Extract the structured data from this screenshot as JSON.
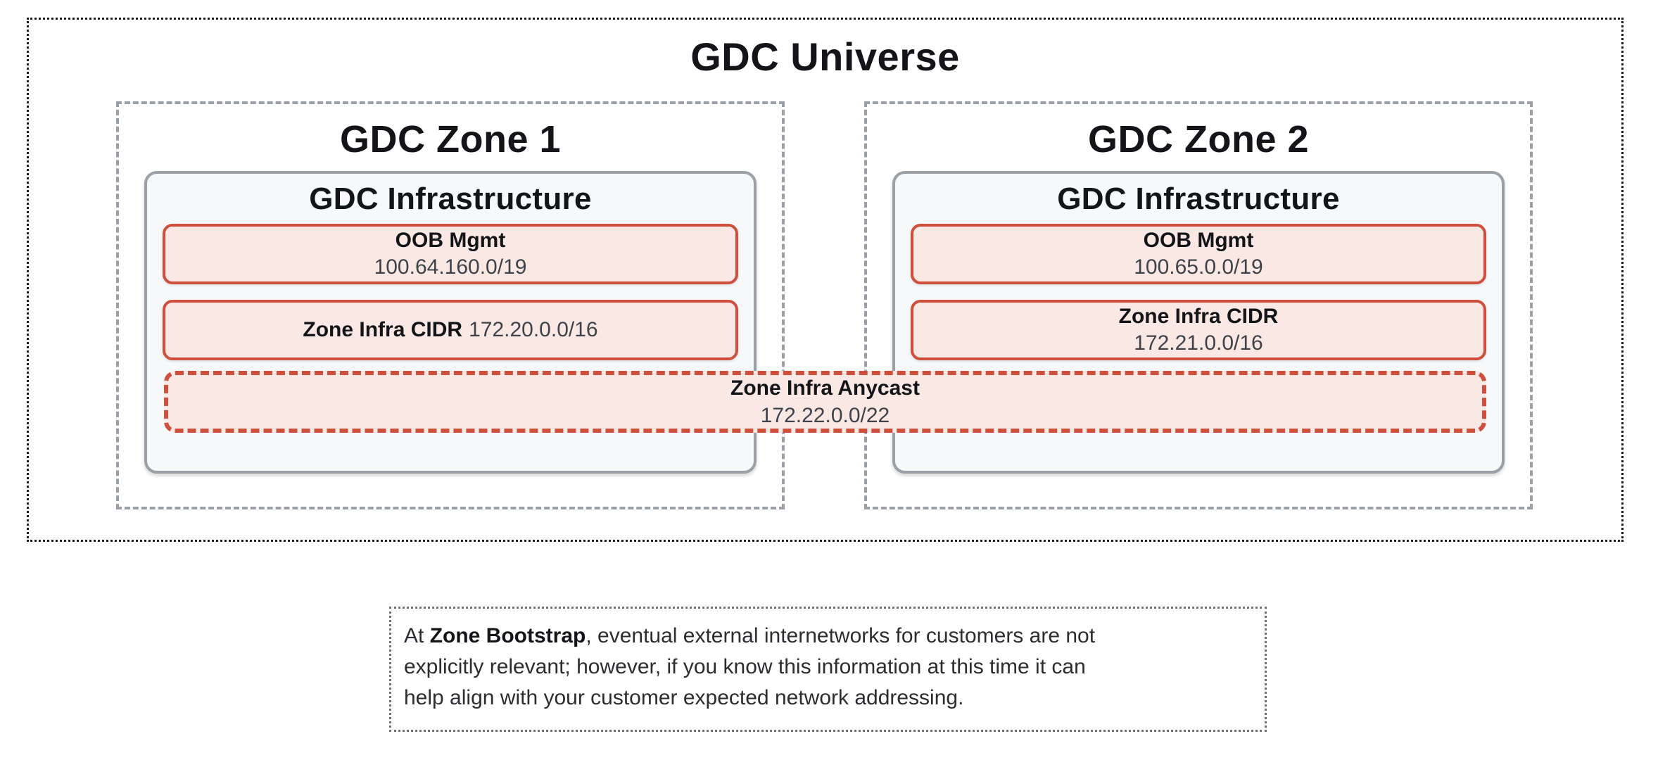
{
  "colors": {
    "accent_red": "#ce4f3b",
    "accent_red_fill": "#f9e8e4",
    "gray_border": "#9aa0a6",
    "infra_fill": "#f7f8fa",
    "universe_border": "#1c1c1c",
    "note_border": "#6e7377",
    "heading_color": "#141518",
    "value_color": "#3f4349",
    "note_text": "#2b2d30",
    "text_color": "#1f1f1f"
  },
  "universe": {
    "title": "GDC Universe"
  },
  "zones": [
    {
      "title": "GDC Zone 1",
      "infra_title": "GDC Infrastructure",
      "oob": {
        "label": "OOB Mgmt",
        "cidr": "100.64.160.0/19"
      },
      "zone_cidr": {
        "label": "Zone Infra CIDR",
        "cidr": "172.20.0.0/16"
      }
    },
    {
      "title": "GDC Zone 2",
      "infra_title": "GDC Infrastructure",
      "oob": {
        "label": "OOB Mgmt",
        "cidr": "100.65.0.0/19"
      },
      "zone_cidr": {
        "label": "Zone Infra CIDR",
        "cidr": "172.21.0.0/16"
      }
    }
  ],
  "anycast": {
    "label": "Zone Infra Anycast",
    "cidr": "172.22.0.0/22"
  },
  "note": {
    "line1_prefix": "At ",
    "line1_bold": "Zone Bootstrap",
    "line1_rest": ", eventual external internetworks for customers are not",
    "line2": "explicitly relevant; however, if you know this information at this time it can",
    "line3": "help align with your customer expected network addressing."
  }
}
